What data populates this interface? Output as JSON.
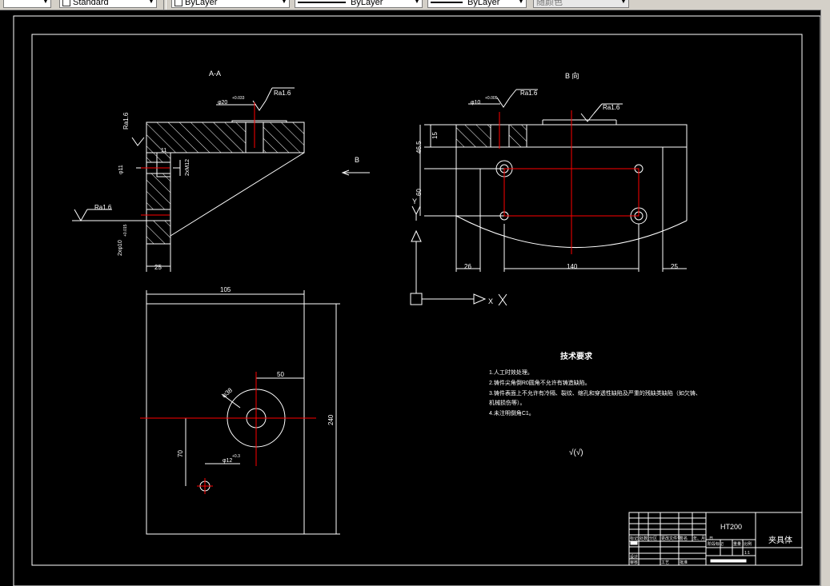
{
  "toolbar": {
    "textstyle_value": "Standard",
    "layer_value": "ByLayer",
    "linetype_value": "ByLayer",
    "lineweight_value": "ByLayer",
    "plotstyle_value": "随颜色"
  },
  "drawing": {
    "section_label": "A-A",
    "view_label": "B 向",
    "arrow_b": "B",
    "ra_left_top": "Ra1.6",
    "ra_left_mid": "Ra1.6",
    "ra_left_side": "Ra1.6",
    "ra_right_1": "Ra1.6",
    "ra_right_2": "Ra1.6",
    "hole_20": "φ20",
    "hole_20_tol": "+0.033",
    "hole_10": "φ10",
    "hole_10_tol": "+0.005",
    "dim_11": "11",
    "dim_phi11": "φ11",
    "dim_m12": "2xM12",
    "dim_left_bottom": "2xφ10",
    "dim_left_bottom_tol": "+0.015",
    "dim_25_a": "25",
    "dim_105": "105",
    "dim_240": "240",
    "dim_50": "50",
    "dim_phi38": "φ38",
    "dim_70": "70",
    "dim_phi12": "φ12",
    "dim_phi12_tol": "+0.3",
    "dim_15": "15",
    "dim_46": "46.5",
    "dim_60": "60",
    "dim_26": "26",
    "dim_140": "140",
    "dim_25_b": "25",
    "ucs_y": "Y",
    "ucs_x": "X",
    "tech_title": "技术要求",
    "tech_items": [
      "1.人工时效处理。",
      "2.铸件尖角倒R0圆角不允许有铸造缺陷。",
      "3.铸件表面上不允许有冷隔、裂纹、缩孔和穿透性缺陷及严重的残缺类缺陷（如欠铸、",
      "机械损伤等）。",
      "4.未注明倒角C1。"
    ],
    "roughness_symbol": "√(√)"
  },
  "title_block": {
    "material": "HT200",
    "part_name": "夹具体",
    "scale_label": "1:1",
    "row_labels": [
      "标记",
      "处数",
      "分区",
      "更改文件号",
      "签名",
      "年、月、日"
    ],
    "design_label": "设计",
    "check_label": "审核",
    "process_label": "工艺",
    "approve_label": "批准",
    "stage_label": "阶段标记",
    "weight_label": "重量",
    "ratio_label": "比例"
  },
  "colors": {
    "geometry": "#ffffff",
    "centerline": "#ff0000",
    "background": "#000000"
  }
}
